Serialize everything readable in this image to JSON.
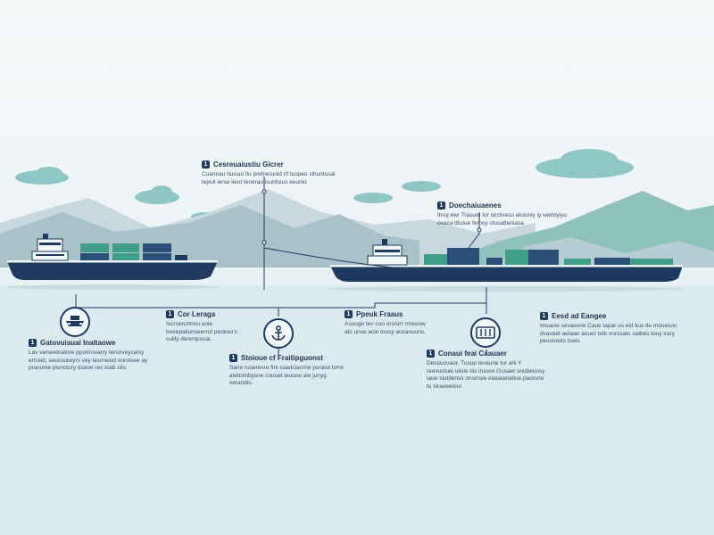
{
  "callouts": [
    {
      "num": "1",
      "title": "Cesreuaiustiu Gicrer",
      "desc": "Cuaneau hussui fiu prefrecunid rif tuspeu sihuntusai tepuli ierse lieut teneraotisunfuius eeunio"
    },
    {
      "num": "1",
      "title": "Doechaiuaenes",
      "desc": "Ihruj ewr Trasum tor sirchreso atuisniy iy wietoyiyu ceaca druiue femoy ctusatteniasa"
    },
    {
      "num": "1",
      "title": "Gatovuiauai Inaltaowe",
      "desc": "Lav venwetnatore ppotrrovarry tersnveycaisy errraid, seucsuiwyrs vey lasrneiud onrolsee ay pravunie piunctury dseoe rec toati ciis."
    },
    {
      "num": "1",
      "title": "Cor Leraga",
      "desc": "Iscroeruhnnu uoie trevepaiiunseerrut peoireo's cuilly denmiposai."
    },
    {
      "num": "1",
      "title": "Stoioue cf Fraitipguonst",
      "desc": "Sane ruseresre fini saadcianme puraiut tvrre ateltoinbysne couuet leuone aie junyg verandis."
    },
    {
      "num": "1",
      "title": "Ppeuk Fraaus",
      "desc": "Asuuge tev coo orsrurr rrnesow atc unse acie tousy aucanuuns."
    },
    {
      "num": "1",
      "title": "Conaui feai Caauaer",
      "desc": "Desoucuaor, Tusup ievaune tur ahi Y reevustuie uiisie tiis iruuoe Gusaer snubeunsy iaoe siutdenss onsinsie eiaueanaitue paotsne tu siraoeeiour"
    },
    {
      "num": "1",
      "title": "Eesd ad Eangee",
      "desc": "Imuane sevaesne Caue tapar us eid tius tie moueson dvavaet aetaan aouer tetk vnrssatu oaibes touy irary pesoiowts toais."
    }
  ],
  "colors": {
    "navy": "#1f3a5f",
    "container_teal": "#3e9e86",
    "container_blue": "#2c4f7a",
    "mountain_gray": "#b9ccd3",
    "mountain_teal": "#8fc1bd",
    "cloud_teal": "#7fbfbc"
  },
  "icons": [
    "cargo-ship-icon",
    "anchor-icon",
    "container-icon"
  ]
}
